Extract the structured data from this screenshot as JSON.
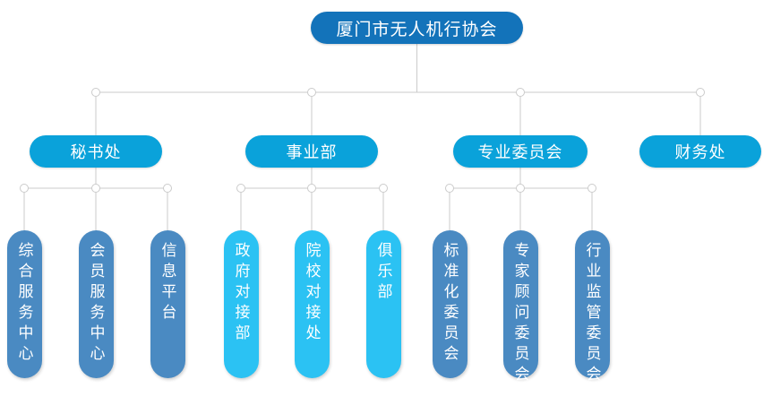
{
  "org_chart": {
    "root": {
      "label": "厦门市无人机行协会"
    },
    "departments": [
      {
        "label": "秘书处",
        "children": [
          {
            "label": "综合服务中心"
          },
          {
            "label": "会员服务中心"
          },
          {
            "label": "信息平台"
          }
        ]
      },
      {
        "label": "事业部",
        "children": [
          {
            "label": "政府对接部"
          },
          {
            "label": "院校对接处"
          },
          {
            "label": "俱乐部"
          }
        ]
      },
      {
        "label": "专业委员会",
        "children": [
          {
            "label": "标准化委员会"
          },
          {
            "label": "专家顾问委员会"
          },
          {
            "label": "行业监管委员会"
          }
        ]
      },
      {
        "label": "财务处",
        "children": []
      }
    ],
    "colors": {
      "root_fill": "#1373BA",
      "department_fill": "#0AA2DA",
      "child_fill_blue": "#4A8AC2",
      "child_fill_cyan": "#2BC2F3",
      "connector": "#CBCBCB",
      "text": "#FFFFFF"
    }
  }
}
